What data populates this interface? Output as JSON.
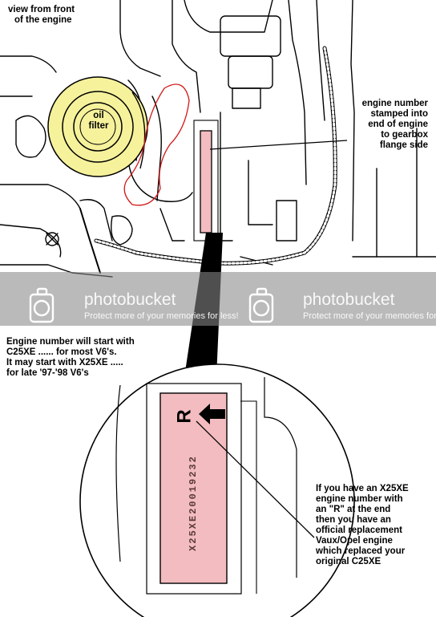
{
  "labels": {
    "view": [
      "view from front",
      "of the engine"
    ],
    "oil_filter": [
      "oil",
      "filter"
    ],
    "engine_number": [
      "engine number",
      "stamped into",
      "end of engine",
      "to gearbox",
      "flange side"
    ],
    "note_top": [
      "Engine number will start with",
      "C25XE ...... for most V6's.",
      "It may start with X25XE .....",
      "for late '97-'98 V6's"
    ],
    "note_bottom": [
      "If you have an X25XE",
      "engine number with",
      "an \"R\" at the end",
      "then you have an",
      "official replacement",
      "Vaux/Opel engine",
      "which replaced your",
      "original C25XE"
    ],
    "stamp_letter": "R",
    "stamp_code": "X25XE20019232"
  },
  "watermark": {
    "brand": "photobucket",
    "tagline": "Protect more of your memories for less!"
  },
  "colors": {
    "oil_filter_fill": "#f6f29c",
    "plate_fill": "#f3bcc0",
    "highlight_outline": "#d01818",
    "watermark_band": "#888888"
  }
}
